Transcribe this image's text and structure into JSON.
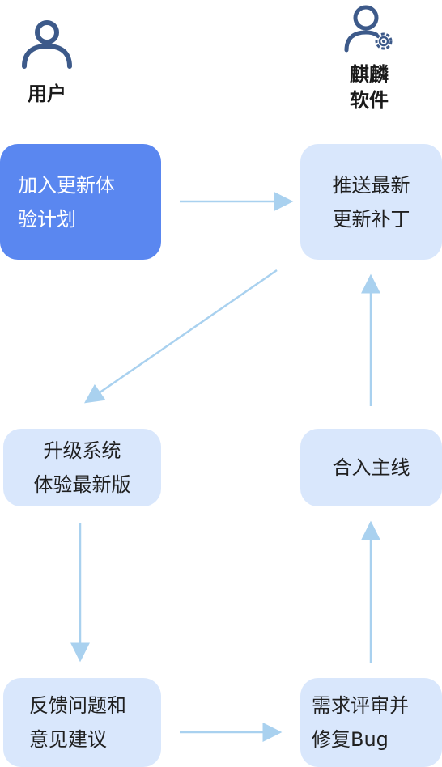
{
  "actors": {
    "user": {
      "label": "用户",
      "icon": "user-icon"
    },
    "software": {
      "label": "麒麟\n软件",
      "icon": "user-settings-icon"
    }
  },
  "steps": {
    "join_program": "加入更新体\n验计划",
    "push_patch": "推送最新\n更新补丁",
    "upgrade_system": "升级系统\n体验最新版",
    "merge_mainline": "合入主线",
    "feedback": "反馈问题和\n意见建议",
    "review_fix": "需求评审并\n修复Bug"
  },
  "colors": {
    "primary_box": "#5a87f0",
    "secondary_box": "#d9e7fc",
    "arrow": "#a9d1ef",
    "icon": "#3d5a8a"
  }
}
